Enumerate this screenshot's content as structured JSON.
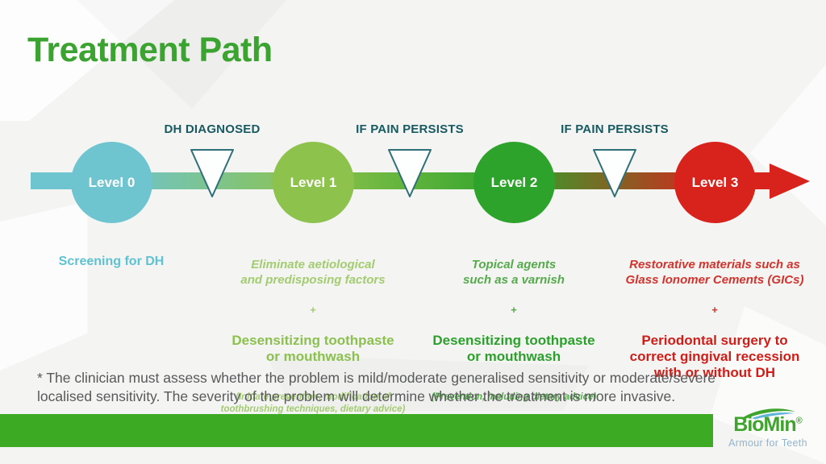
{
  "title": "Treatment Path",
  "timeline": {
    "levels": [
      {
        "label": "Level 0",
        "color": "#6ec5cf"
      },
      {
        "label": "Level 1",
        "color": "#8dc24c"
      },
      {
        "label": "Level 2",
        "color": "#2ea32b"
      },
      {
        "label": "Level 3",
        "color": "#d8231d"
      }
    ],
    "markers": [
      {
        "label": "DH DIAGNOSED"
      },
      {
        "label": "IF PAIN PERSISTS"
      },
      {
        "label": "IF PAIN PERSISTS"
      }
    ]
  },
  "columns": [
    {
      "text": "Screening for DH",
      "color": "#5ec2d3"
    },
    {
      "primary": "Eliminate aetiological\nand predisposing factors",
      "plus": "+",
      "secondary": "Desensitizing toothpaste\nor mouthwash",
      "note": "(Initiate prevention, modification of\ntoothbrushing techniques, dietary advice)"
    },
    {
      "primary": "Topical agents\nsuch as a varnish",
      "plus": "+",
      "secondary": "Desensitizing toothpaste\nor mouthwash",
      "note": "(Prevention, including dietary advice)"
    },
    {
      "primary": "Restorative materials such as\nGlass Ionomer Cements (GICs)",
      "plus": "+",
      "secondary": "Periodontal surgery to\ncorrect gingival recession\nwith or without DH"
    }
  ],
  "footnote": "* The clinician must assess whether the problem is mild/moderate generalised sensitivity or moderate/severe\nlocalised sensitivity. The severity of the problem will determine whether the treatment is more invasive.",
  "footer": {
    "brand": "BioMin",
    "registered": "®",
    "tagline": "Armour for Teeth"
  },
  "colors": {
    "title_green": "#3ba32f",
    "marker_text": "#175a61",
    "footer_bar_green": "#3caa22",
    "brand_green": "#3fa42e",
    "tagline_blue": "#92b5cd",
    "footnote_gray": "#58595a"
  }
}
